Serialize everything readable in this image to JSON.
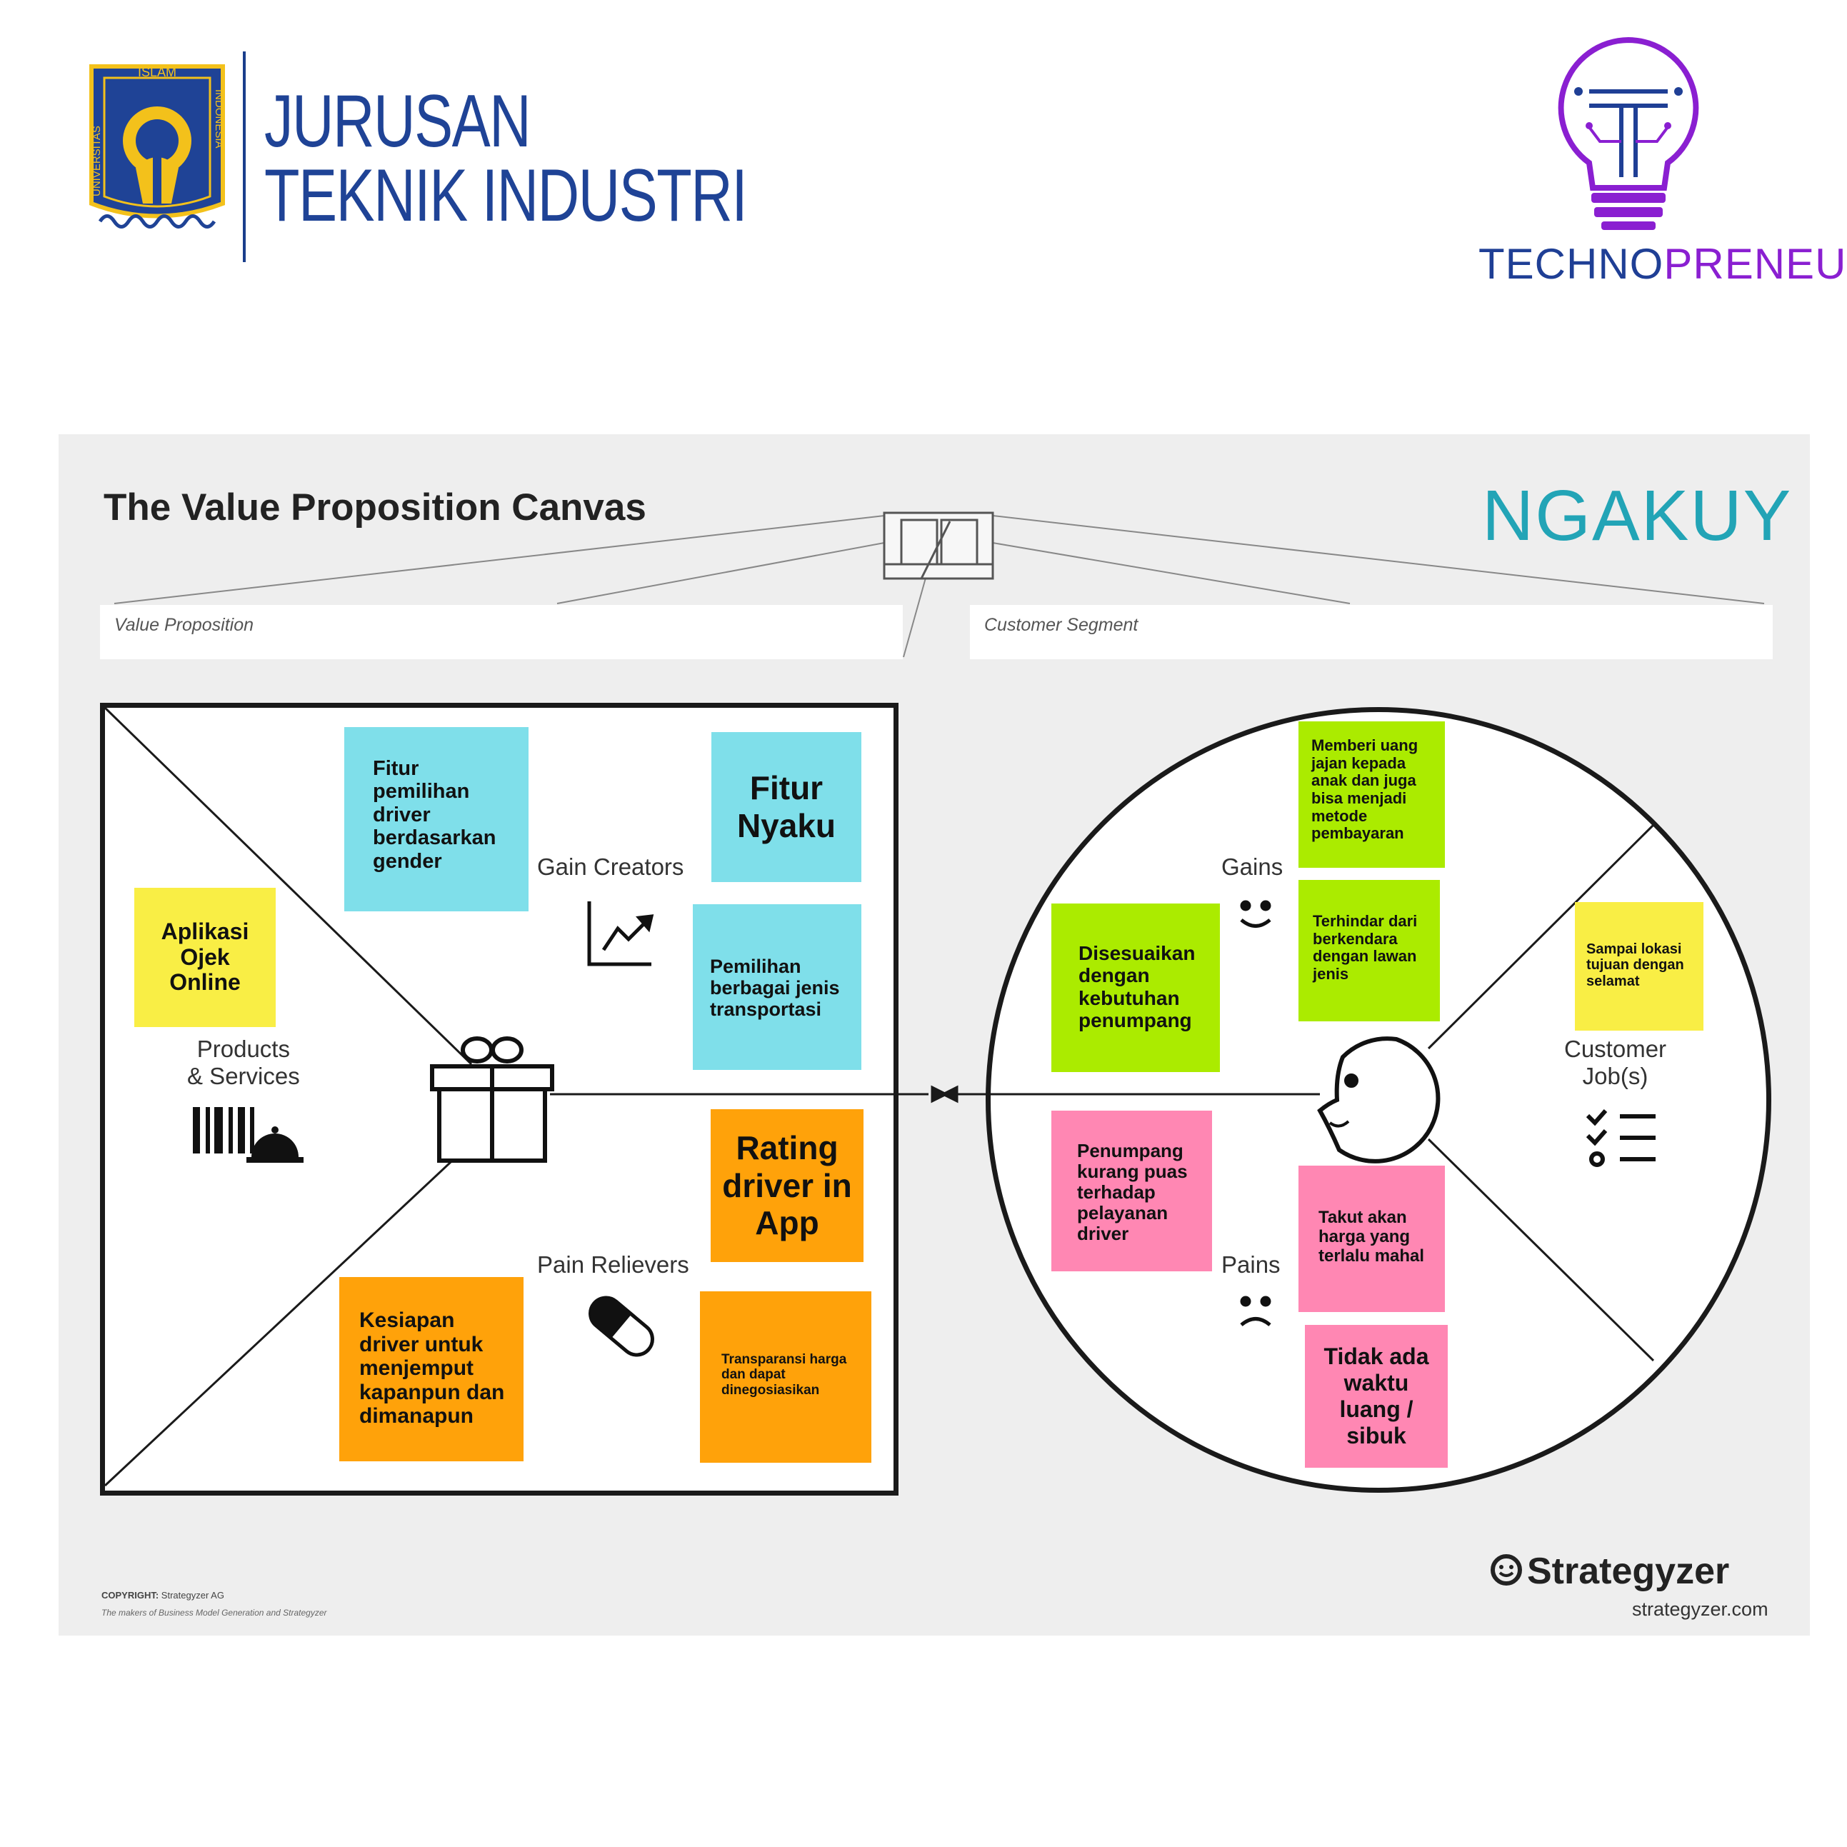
{
  "header": {
    "uii_logo": {
      "icon": "uii-seal-icon",
      "seal_text_top": "ISLAM",
      "seal_text_left": "UNIVERSITAS",
      "seal_text_right": "INDONESIA",
      "colors": {
        "blue": "#1f4396",
        "gold": "#f3c11b"
      }
    },
    "department_line1": "JURUSAN",
    "department_line2": "TEKNIK INDUSTRI",
    "technopreneur_logo": {
      "icon": "light-bulb-circuit-icon",
      "word_part1": "TECHNO",
      "word_part2": "PRENEUR",
      "colors": {
        "navy": "#1f3f95",
        "purple": "#8a1fd1"
      }
    }
  },
  "canvas": {
    "title": "The Value Proposition Canvas",
    "brand": "NGAKUY",
    "brand_color": "#22a4b6",
    "value_proposition_label": "Value Proposition",
    "customer_segment_label": "Customer Segment",
    "value_map": {
      "gain_creators_label": "Gain Creators",
      "products_services_label": "Products\n& Services",
      "pain_relievers_label": "Pain Relievers",
      "icons": [
        "chart-up-icon",
        "gift-icon",
        "barcode-icon",
        "service-bell-icon",
        "pill-icon"
      ]
    },
    "customer_profile": {
      "gains_label": "Gains",
      "pains_label": "Pains",
      "customer_jobs_label": "Customer\nJob(s)",
      "icons": [
        "smile-icon",
        "frown-icon",
        "checklist-icon",
        "customer-face-icon"
      ]
    },
    "notes": {
      "fitur_pemilihan_driver": "Fitur pemilihan driver berdasarkan gender",
      "fitur_nyaku": "Fitur Nyaku",
      "aplikasi_ojek": "Aplikasi Ojek Online",
      "pemilihan_transportasi": "Pemilihan berbagai jenis transportasi",
      "rating_driver": "Rating driver in App",
      "kesiapan_driver": "Kesiapan driver untuk menjemput kapanpun dan dimanapun",
      "transparansi_harga": "Transparansi harga dan dapat dinegosiasikan",
      "memberi_uang": "Memberi uang jajan kepada anak dan juga bisa menjadi metode pembayaran",
      "terhindar": "Terhindar dari berkendara dengan lawan jenis",
      "disesuaikan": "Disesuaikan dengan kebutuhan penumpang",
      "sampai_lokasi": "Sampai lokasi tujuan dengan selamat",
      "penumpang_kurang_puas": "Penumpang kurang puas terhadap pelayanan driver",
      "takut_harga": "Takut akan harga yang terlalu mahal",
      "tidak_ada_waktu": "Tidak ada waktu luang / sibuk"
    },
    "note_colors": {
      "cyan": "#7fdfea",
      "yellow": "#f9ee45",
      "orange": "#ffa20a",
      "green": "#abeb00",
      "pink": "#ff87b3"
    },
    "footer": {
      "copyright_label": "COPYRIGHT:",
      "copyright_owner": "Strategyzer AG",
      "copyright_sub": "The makers of Business Model Generation and Strategyzer",
      "strategyzer_icon": "strategyzer-logo-icon",
      "strategyzer_name": "Strategyzer",
      "strategyzer_url": "strategyzer.com"
    }
  }
}
